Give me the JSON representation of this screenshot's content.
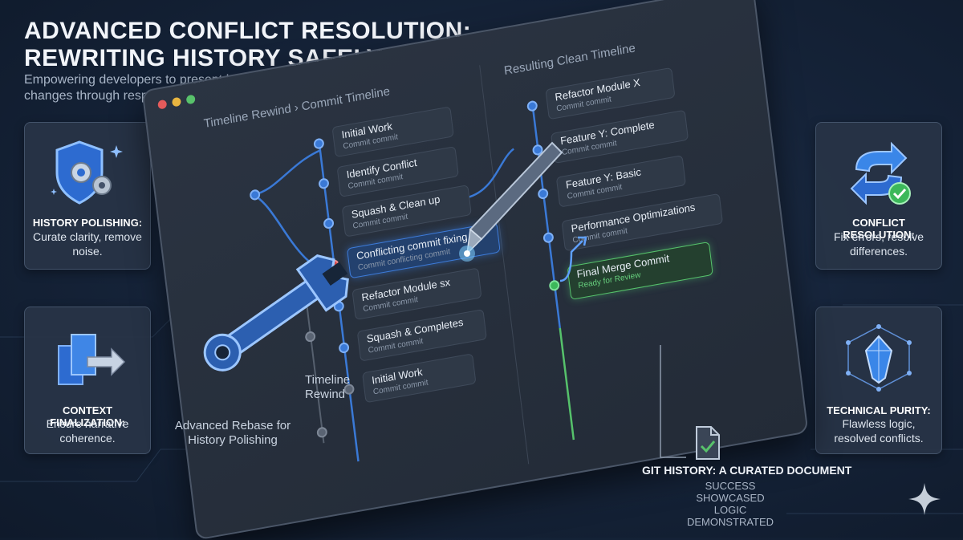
{
  "header": {
    "title_line1": "ADVANCED CONFLICT RESOLUTION:",
    "title_line2": "REWRITING HISTORY SAFELY",
    "subtitle": "Empowering developers to present logical, clean, and polished changes through responsible history manipulation."
  },
  "cards": {
    "history_polishing": {
      "title": "HISTORY POLISHING:",
      "desc": "Curate clarity, remove noise."
    },
    "context_finalization": {
      "title": "CONTEXT FINALIZATION:",
      "desc": "Ensure narrative coherence."
    },
    "conflict_resolution": {
      "title": "CONFLICT RESOLUTION:",
      "desc": "Fix errors, resolve differences."
    },
    "technical_purity": {
      "title": "TECHNICAL PURITY:",
      "desc": "Flawless logic, resolved conflicts."
    }
  },
  "panel": {
    "breadcrumb": "Timeline Rewind › Commit Timeline",
    "right_title": "Resulting Clean Timeline",
    "left_commits": [
      {
        "title": "Initial Work",
        "sub": "Commit commit"
      },
      {
        "title": "Identify Conflict",
        "sub": "Commit commit"
      },
      {
        "title": "Squash & Clean up",
        "sub": "Commit commit"
      },
      {
        "title": "Conflicting commit    fixing",
        "sub": "Commit conflicting commit"
      },
      {
        "title": "Refactor Module sx",
        "sub": "Commit commit"
      },
      {
        "title": "Squash & Completes",
        "sub": "Commit commit"
      },
      {
        "title": "Initial Work",
        "sub": "Commit commit"
      }
    ],
    "right_commits": [
      {
        "title": "Refactor Module X",
        "sub": "Commit commit"
      },
      {
        "title": "Feature Y: Complete",
        "sub": "Commit commit"
      },
      {
        "title": "Feature Y: Basic",
        "sub": "Commit commit"
      },
      {
        "title": "Performance Optimizations",
        "sub": "Commit commit"
      },
      {
        "title": "Final Merge Commit",
        "sub": "Ready for Review"
      }
    ]
  },
  "labels": {
    "timeline_rewind": "Timeline\nRewind",
    "rebase_note": "Advanced Rebase for\nHistory Polishing",
    "curated_title": "GIT HISTORY: A CURATED DOCUMENT",
    "curated_line1": "SUCCESS SHOWCASED",
    "curated_line2": "LOGIC DEMONSTRATED"
  },
  "colors": {
    "accent_blue": "#3a79d6",
    "success_green": "#56c26b",
    "conflict_red": "#d94a4a"
  }
}
